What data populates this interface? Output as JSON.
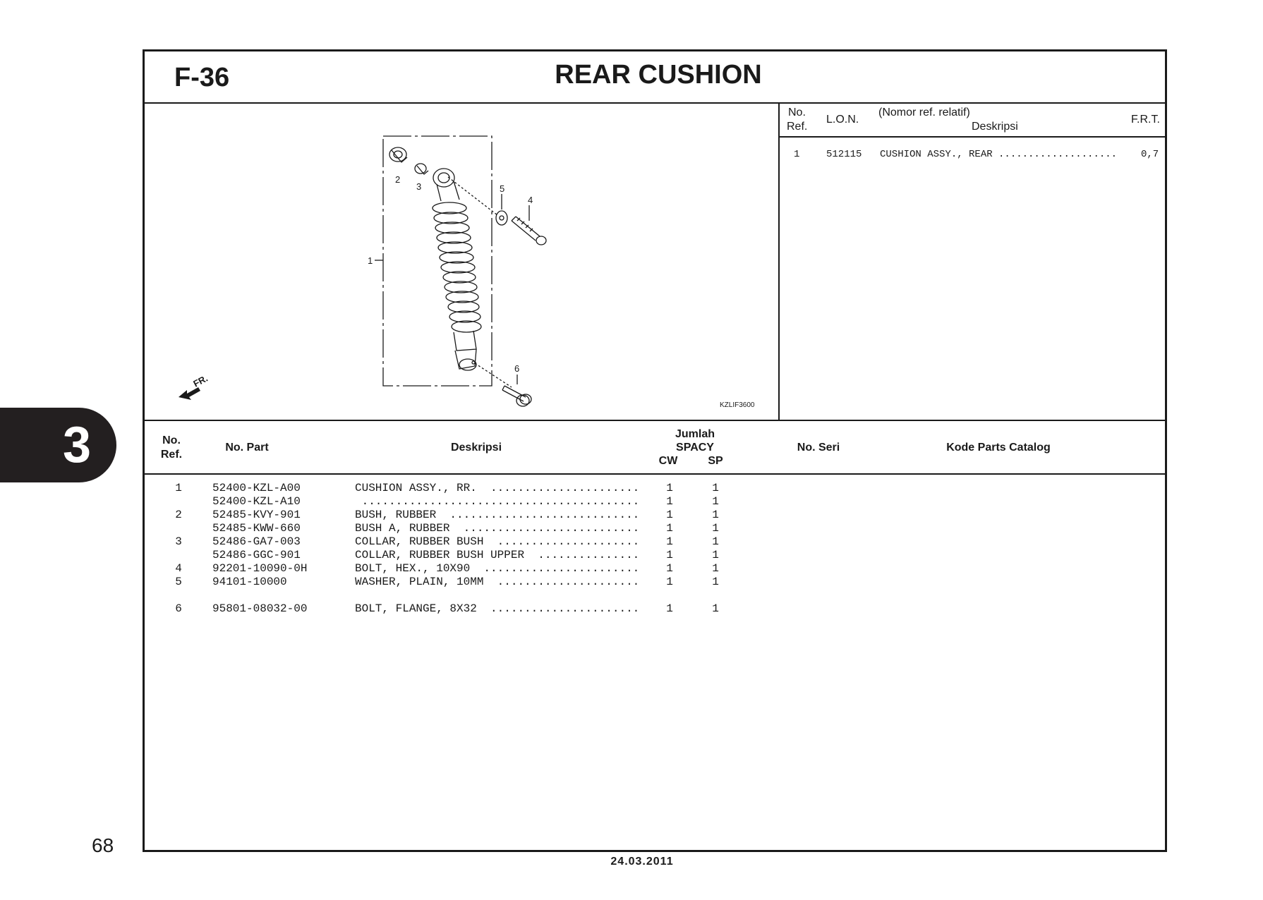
{
  "section_tab": "3",
  "page_number": "68",
  "header": {
    "code": "F-36",
    "title": "REAR CUSHION"
  },
  "diagram": {
    "code": "KZLIF3600",
    "direction_label": "FR.",
    "callouts": [
      "1",
      "2",
      "3",
      "4",
      "5",
      "6"
    ]
  },
  "frt_table": {
    "col_no": "No.",
    "col_ref": "Ref.",
    "col_lon": "L.O.N.",
    "col_note": "(Nomor ref. relatif)",
    "col_desc": "Deskripsi",
    "col_frt": "F.R.T.",
    "rows": [
      {
        "ref": "1",
        "lon": "512115",
        "desc": "CUSHION ASSY., REAR ....................",
        "frt": "0,7"
      }
    ]
  },
  "parts_table": {
    "headers": {
      "no": "No.",
      "ref": "Ref.",
      "part": "No. Part",
      "desc": "Deskripsi",
      "jumlah": "Jumlah",
      "spacy": "SPACY",
      "cw": "CW",
      "sp": "SP",
      "seri": "No. Seri",
      "catalog": "Kode Parts Catalog"
    },
    "rows": [
      {
        "ref": "1",
        "part": "52400-KZL-A00",
        "desc": "CUSHION ASSY., RR.  ......................",
        "cw": "1",
        "sp": "1"
      },
      {
        "ref": "",
        "part": "52400-KZL-A10",
        "desc": " .........................................",
        "cw": "1",
        "sp": "1"
      },
      {
        "ref": "2",
        "part": "52485-KVY-901",
        "desc": "BUSH, RUBBER  ............................",
        "cw": "1",
        "sp": "1"
      },
      {
        "ref": "",
        "part": "52485-KWW-660",
        "desc": "BUSH A, RUBBER  ..........................",
        "cw": "1",
        "sp": "1"
      },
      {
        "ref": "3",
        "part": "52486-GA7-003",
        "desc": "COLLAR, RUBBER BUSH  .....................",
        "cw": "1",
        "sp": "1"
      },
      {
        "ref": "",
        "part": "52486-GGC-901",
        "desc": "COLLAR, RUBBER BUSH UPPER  ...............",
        "cw": "1",
        "sp": "1"
      },
      {
        "ref": "4",
        "part": "92201-10090-0H",
        "desc": "BOLT, HEX., 10X90  .......................",
        "cw": "1",
        "sp": "1"
      },
      {
        "ref": "5",
        "part": "94101-10000",
        "desc": "WASHER, PLAIN, 10MM  .....................",
        "cw": "1",
        "sp": "1"
      },
      {
        "ref": "6",
        "part": "95801-08032-00",
        "desc": "BOLT, FLANGE, 8X32  ......................",
        "cw": "1",
        "sp": "1"
      }
    ]
  },
  "footer_date": "24.03.2011"
}
